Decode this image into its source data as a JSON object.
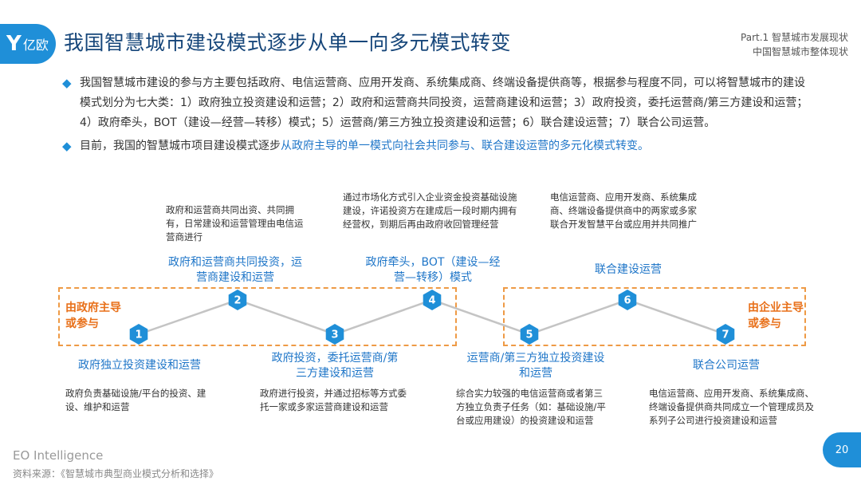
{
  "header": {
    "logo_mark": "Y",
    "logo_text": "亿欧",
    "title": "我国智慧城市建设模式逐步从单一向多元模式转变",
    "part_line1": "Part.1 智慧城市发展现状",
    "part_line2": "中国智慧城市整体现状"
  },
  "bullets": [
    {
      "icon": "diamond-bullet-icon",
      "text": "我国智慧城市建设的参与方主要包括政府、电信运营商、应用开发商、系统集成商、终端设备提供商等，根据参与程度不同，可以将智慧城市的建设模式划分为七大类：1）政府独立投资建设和运营；2）政府和运营商共同投资，运营商建设和运营；3）政府投资，委托运营商/第三方建设和运营；4）政府牵头，BOT（建设—经营—转移）模式；5）运营商/第三方独立投资建设和运营；6）联合建设运营；7）联合公司运营。"
    },
    {
      "icon": "diamond-bullet-icon",
      "text_plain": "目前，我国的智慧城市项目建设模式逐步",
      "text_highlight": "从政府主导的单一模式向社会共同参与、联合建设运营的多元化模式转变。"
    }
  ],
  "diagram": {
    "left_group_label": "由政府主导或参与",
    "right_group_label": "由企业主导或参与",
    "nodes": [
      {
        "num": "1",
        "label": "政府独立投资建设和运营",
        "desc": "政府负责基础设施/平台的投资、建设、维护和运营"
      },
      {
        "num": "2",
        "label": "政府和运营商共同投资，运营商建设和运营",
        "desc": "政府和运营商共同出资、共同拥有，日常建设和运营管理由电信运营商进行"
      },
      {
        "num": "3",
        "label": "政府投资，委托运营商/第三方建设和运营",
        "desc": "政府进行投资，并通过招标等方式委托一家或多家运营商建设和运营"
      },
      {
        "num": "4",
        "label": "政府牵头，BOT（建设—经营—转移）模式",
        "desc": "通过市场化方式引入企业资金投资基础设施建设，许诺投资方在建成后一段时期内拥有经营权，到期后再由政府收回管理经营"
      },
      {
        "num": "5",
        "label": "运营商/第三方独立投资建设和运营",
        "desc": "综合实力较强的电信运营商或者第三方独立负责子任务（如：基础设施/平台或应用建设）的投资建设和运营"
      },
      {
        "num": "6",
        "label": "联合建设运营",
        "desc": "电信运营商、应用开发商、系统集成商、终端设备提供商中的两家或多家联合开发智慧平台或应用并共同推广"
      },
      {
        "num": "7",
        "label": "联合公司运营",
        "desc": "电信运营商、应用开发商、系统集成商、终端设备提供商共同成立一个管理成员及系列子公司进行投资建设和运营"
      }
    ],
    "colors": {
      "node": "#1f8fd8",
      "line": "#c4c4c4",
      "box": "#ee9a45",
      "label": "#1f76c8",
      "side": "#e8701a"
    }
  },
  "footer": {
    "brand": "EO Intelligence",
    "source": "资料来源：《智慧城市典型商业模式分析和选择》",
    "page": "20"
  }
}
